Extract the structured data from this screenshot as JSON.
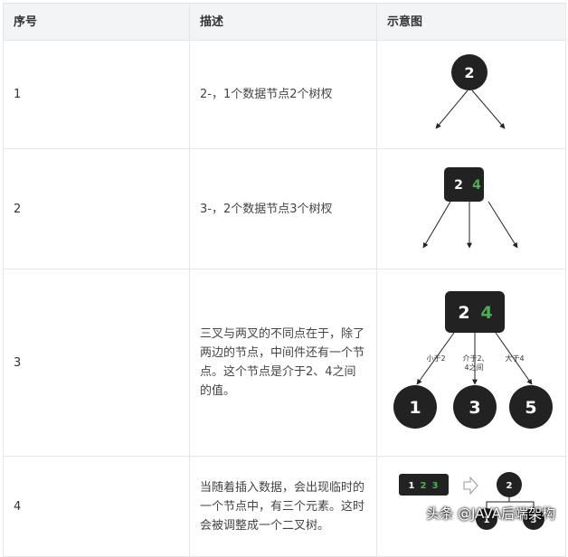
{
  "table": {
    "headers": [
      "序号",
      "描述",
      "示意图"
    ],
    "rows": [
      {
        "num": "1",
        "desc": "2-，1个数据节点2个树杈",
        "diagram": {
          "keys": [
            "2"
          ]
        }
      },
      {
        "num": "2",
        "desc": "3-，2个数据节点3个树杈",
        "diagram": {
          "keys": [
            "2",
            "4"
          ]
        }
      },
      {
        "num": "3",
        "desc": "三叉与两叉的不同点在于，除了两边的节点，中间件还有一个节点。这个节点是介于2、4之间的值。",
        "diagram": {
          "keys": [
            "2",
            "4"
          ],
          "edge_labels": [
            "小于2",
            "介于2、",
            "4之间",
            "大于4"
          ],
          "children": [
            "1",
            "3",
            "5"
          ]
        }
      },
      {
        "num": "4",
        "desc": "当随着插入数据，会出现临时的一个节点中，有三个元素。这时会被调整成一个二叉树。",
        "diagram": {
          "temp_keys": [
            "1",
            "2",
            "3"
          ],
          "root": "2",
          "children": [
            "1",
            "3"
          ]
        }
      }
    ]
  },
  "colors": {
    "node_fill": "#222222",
    "highlight_green": "#4caf50",
    "node_text": "#ffffff"
  },
  "watermark": "头条 @JAVA后端架构"
}
